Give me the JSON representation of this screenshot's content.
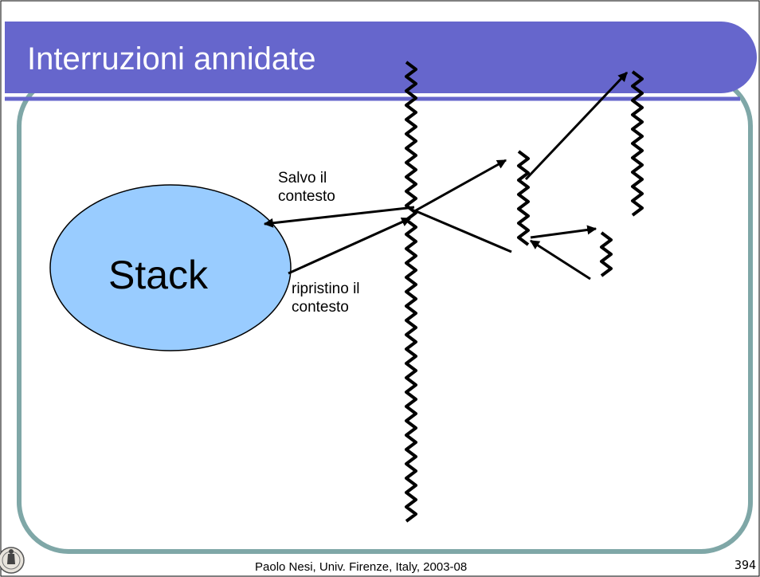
{
  "slide": {
    "title": "Interruzioni annidate",
    "stack_label": "Stack",
    "note_save": "Salvo il\ncontesto",
    "note_restore": "ripristino il\ncontesto",
    "footer": "Paolo Nesi, Univ. Firenze, Italy, 2003-08",
    "page_number": "394"
  },
  "colors": {
    "title_bar": "#6666CC",
    "frame": "#7FA7A7",
    "stack_fill": "#99CCFF",
    "line": "#000000"
  },
  "icons": {
    "logo": "university-seal-icon"
  }
}
